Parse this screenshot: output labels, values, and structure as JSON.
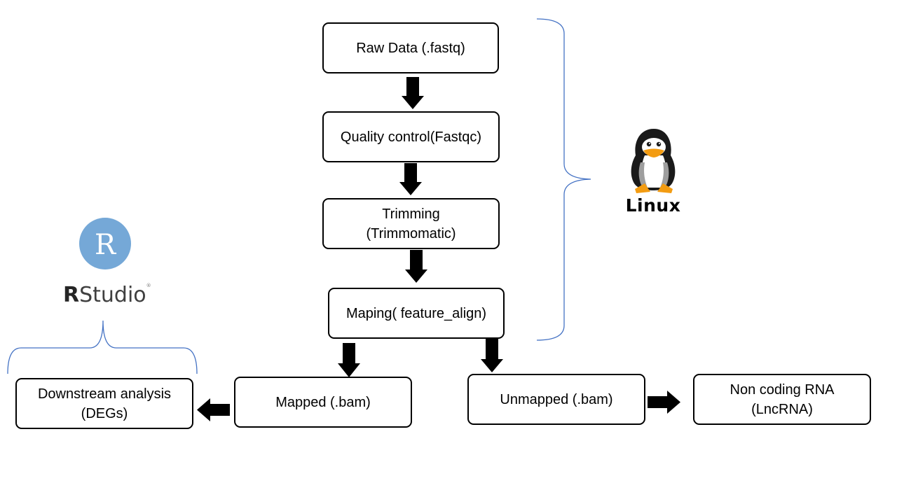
{
  "steps": {
    "raw_data": "Raw Data (.fastq)",
    "quality_control": "Quality control(Fastqc)",
    "trimming_line1": "Trimming",
    "trimming_line2": "(Trimmomatic)",
    "mapping": "Maping( feature_align)",
    "mapped": "Mapped (.bam)",
    "unmapped": "Unmapped (.bam)",
    "downstream_line1": "Downstream analysis",
    "downstream_line2": "(DEGs)",
    "noncoding_line1": "Non coding RNA",
    "noncoding_line2": "(LncRNA)"
  },
  "logos": {
    "linux_text": "Linux",
    "r_letter": "R",
    "rstudio_r": "R",
    "rstudio_rest": "Studio",
    "rstudio_mark": "®"
  },
  "colors": {
    "box_border": "#000000",
    "arrow": "#000000",
    "brace": "#4472c4",
    "r_logo": "#75a8d7",
    "penguin_orange": "#f39c12",
    "penguin_black": "#1a1a1a",
    "penguin_grey": "#9e9e9e"
  }
}
